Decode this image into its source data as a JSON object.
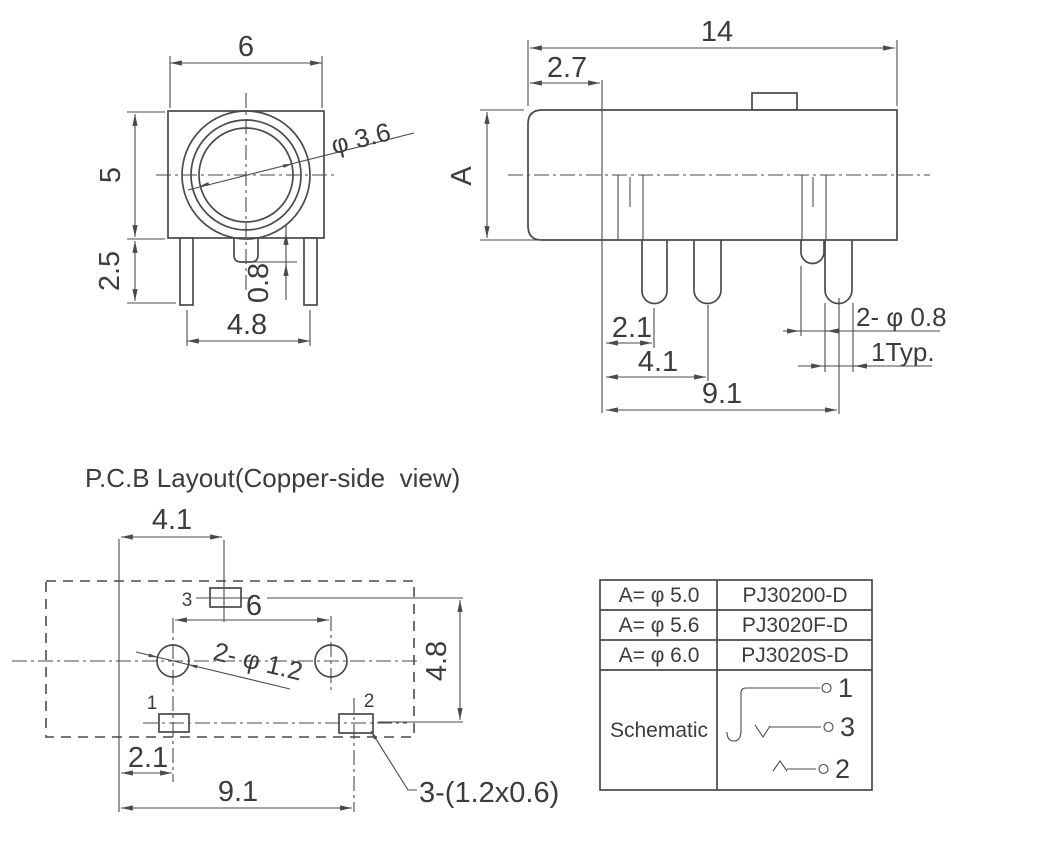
{
  "colors": {
    "line": "#4a4a4a",
    "text": "#3c3c3c",
    "background": "#ffffff"
  },
  "front_view": {
    "dim_width": "6",
    "dim_height": "5",
    "dim_leg": "2.5",
    "dim_leg_span": "4.8",
    "dim_stub": "0.8",
    "dim_hole": "φ 3.6"
  },
  "side_view": {
    "dim_length": "14",
    "dim_front_offset": "2.7",
    "dim_barrel": "A",
    "dim_pin1_x": "2.1",
    "dim_pin2_x": "4.1",
    "dim_pin3_x": "9.1",
    "dim_pin_dia": "2- φ 0.8",
    "dim_pin_typ": "1Typ."
  },
  "pcb_view": {
    "title": "P.C.B Layout(Copper-side  view)",
    "dim_pad3_x": "4.1",
    "dim_holes_span": "6",
    "dim_holes_dia": "2- φ 1.2",
    "dim_rows_span": "4.8",
    "dim_pad1_x": "2.1",
    "dim_pad2_x": "9.1",
    "pad_note": "3-(1.2x0.6)",
    "pad1_label": "1",
    "pad2_label": "2",
    "pad3_label": "3"
  },
  "table": {
    "rows": [
      {
        "size": "A= φ 5.0",
        "part": "PJ30200-D"
      },
      {
        "size": "A= φ 5.6",
        "part": "PJ3020F-D"
      },
      {
        "size": "A= φ 6.0",
        "part": "PJ3020S-D"
      }
    ],
    "schematic_label": "Schematic",
    "pin1": "1",
    "pin3": "3",
    "pin2": "2"
  }
}
